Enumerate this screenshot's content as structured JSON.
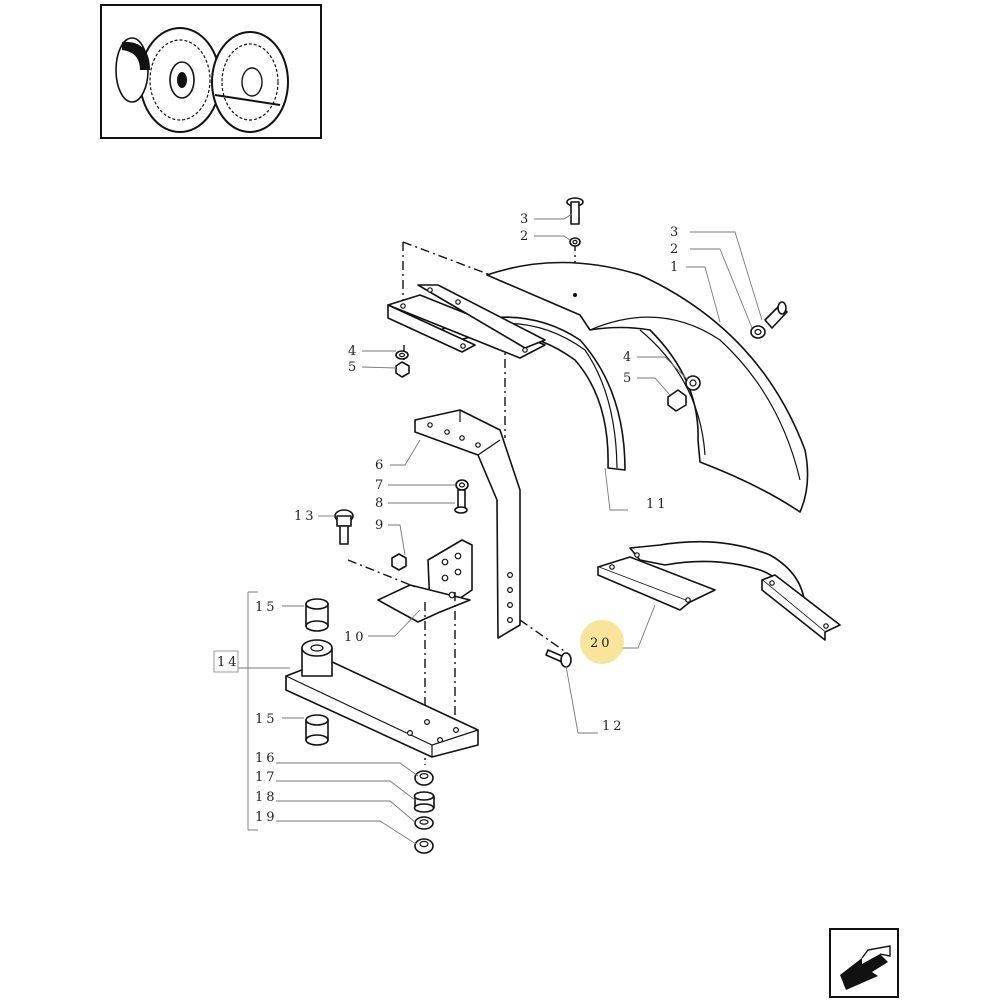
{
  "callouts": {
    "c3_top": "3",
    "c2_top": "2",
    "c3_right": "3",
    "c2_right": "2",
    "c1_right": "1",
    "c4_left": "4",
    "c5_left": "5",
    "c4_mid": "4",
    "c5_mid": "5",
    "c6": "6",
    "c7": "7",
    "c8": "8",
    "c9": "9",
    "c13": "13",
    "c10": "10",
    "c11": "11",
    "c12": "12",
    "c14": "14",
    "c15_top": "15",
    "c15_bot": "15",
    "c16": "16",
    "c17": "17",
    "c18": "18",
    "c19": "19",
    "c20": "20"
  },
  "colors": {
    "line": "#111111",
    "leader": "#777777",
    "highlight": "#f7e08a"
  },
  "icons": {
    "thumbnail": "tractor-wheel-thumbnail",
    "nav": "arrow-back-icon"
  }
}
